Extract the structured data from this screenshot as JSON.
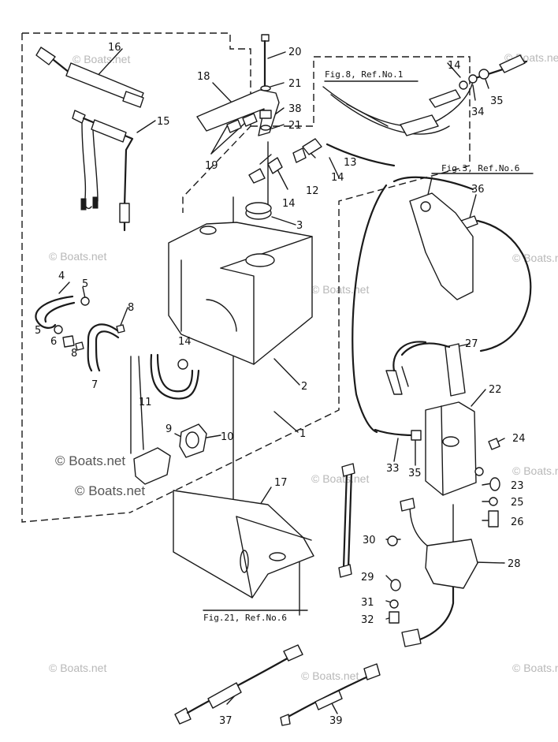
{
  "watermark": "© Boats.net",
  "watermark_brand": "© Boats.net",
  "references": {
    "fig8": "Fig.8, Ref.No.1",
    "fig3": "Fig.3, Ref.No.6",
    "fig21": "Fig.21, Ref.No.6"
  },
  "callouts": {
    "c1": "1",
    "c2": "2",
    "c3": "3",
    "c4": "4",
    "c5a": "5",
    "c5b": "5",
    "c6": "6",
    "c7": "7",
    "c8a": "8",
    "c8b": "8",
    "c9": "9",
    "c10": "10",
    "c11": "11",
    "c12": "12",
    "c13": "13",
    "c14a": "14",
    "c14b": "14",
    "c14c": "14",
    "c14d": "14",
    "c15": "15",
    "c16": "16",
    "c17": "17",
    "c18": "18",
    "c19": "19",
    "c20": "20",
    "c21a": "21",
    "c21b": "21",
    "c22": "22",
    "c23": "23",
    "c24": "24",
    "c25": "25",
    "c26": "26",
    "c27": "27",
    "c28": "28",
    "c29": "29",
    "c30": "30",
    "c31": "31",
    "c32": "32",
    "c33": "33",
    "c34": "34",
    "c35a": "35",
    "c35b": "35",
    "c36": "36",
    "c37": "37",
    "c38": "38",
    "c39": "39"
  }
}
